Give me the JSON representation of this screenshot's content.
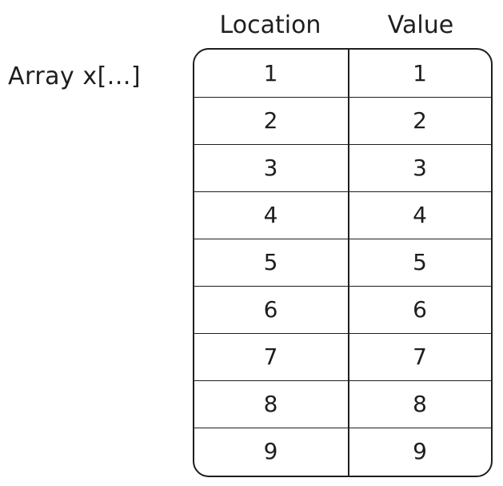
{
  "array_label": "Array x[...]",
  "headers": {
    "location": "Location",
    "value": "Value"
  },
  "rows": [
    {
      "location": "1",
      "value": "1"
    },
    {
      "location": "2",
      "value": "2"
    },
    {
      "location": "3",
      "value": "3"
    },
    {
      "location": "4",
      "value": "4"
    },
    {
      "location": "5",
      "value": "5"
    },
    {
      "location": "6",
      "value": "6"
    },
    {
      "location": "7",
      "value": "7"
    },
    {
      "location": "8",
      "value": "8"
    },
    {
      "location": "9",
      "value": "9"
    }
  ]
}
